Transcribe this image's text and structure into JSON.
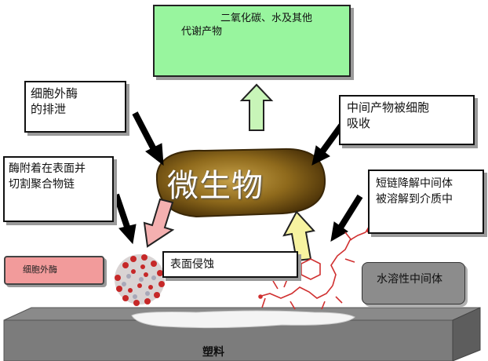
{
  "labels": {
    "co2_line1": "二氧化碳、水及其他",
    "co2_line2": "代谢产物",
    "enzyme_secretion": "细胞外酶\n的排泄",
    "absorption": "中间产物被细胞\n吸收",
    "surface_cut": "酶附着在表面并\n切割聚合物链",
    "short_chain": "短链降解中间体\n被溶解到介质中",
    "erosion": "表面侵蚀",
    "extracellular_enzyme": "细胞外酶",
    "water_soluble": "水溶性中间体",
    "microbe": "微生物",
    "plastic": "塑料"
  },
  "colors": {
    "co2_box": "#98f59e",
    "enzyme_box": "#f29b9b",
    "water_box": "#8c8c8c",
    "microbe": "#8a6a1e",
    "up_arrow_green": "#c8f5b8",
    "up_arrow_yellow": "#f7f3a0",
    "down_arrow_pink": "#f4b0b0",
    "molecule": "#d03030"
  },
  "icons": {
    "microbe": "bacterium-shape",
    "enzyme_cluster": "enzyme-molecule-cluster",
    "chain": "polymer-chain-molecule"
  }
}
